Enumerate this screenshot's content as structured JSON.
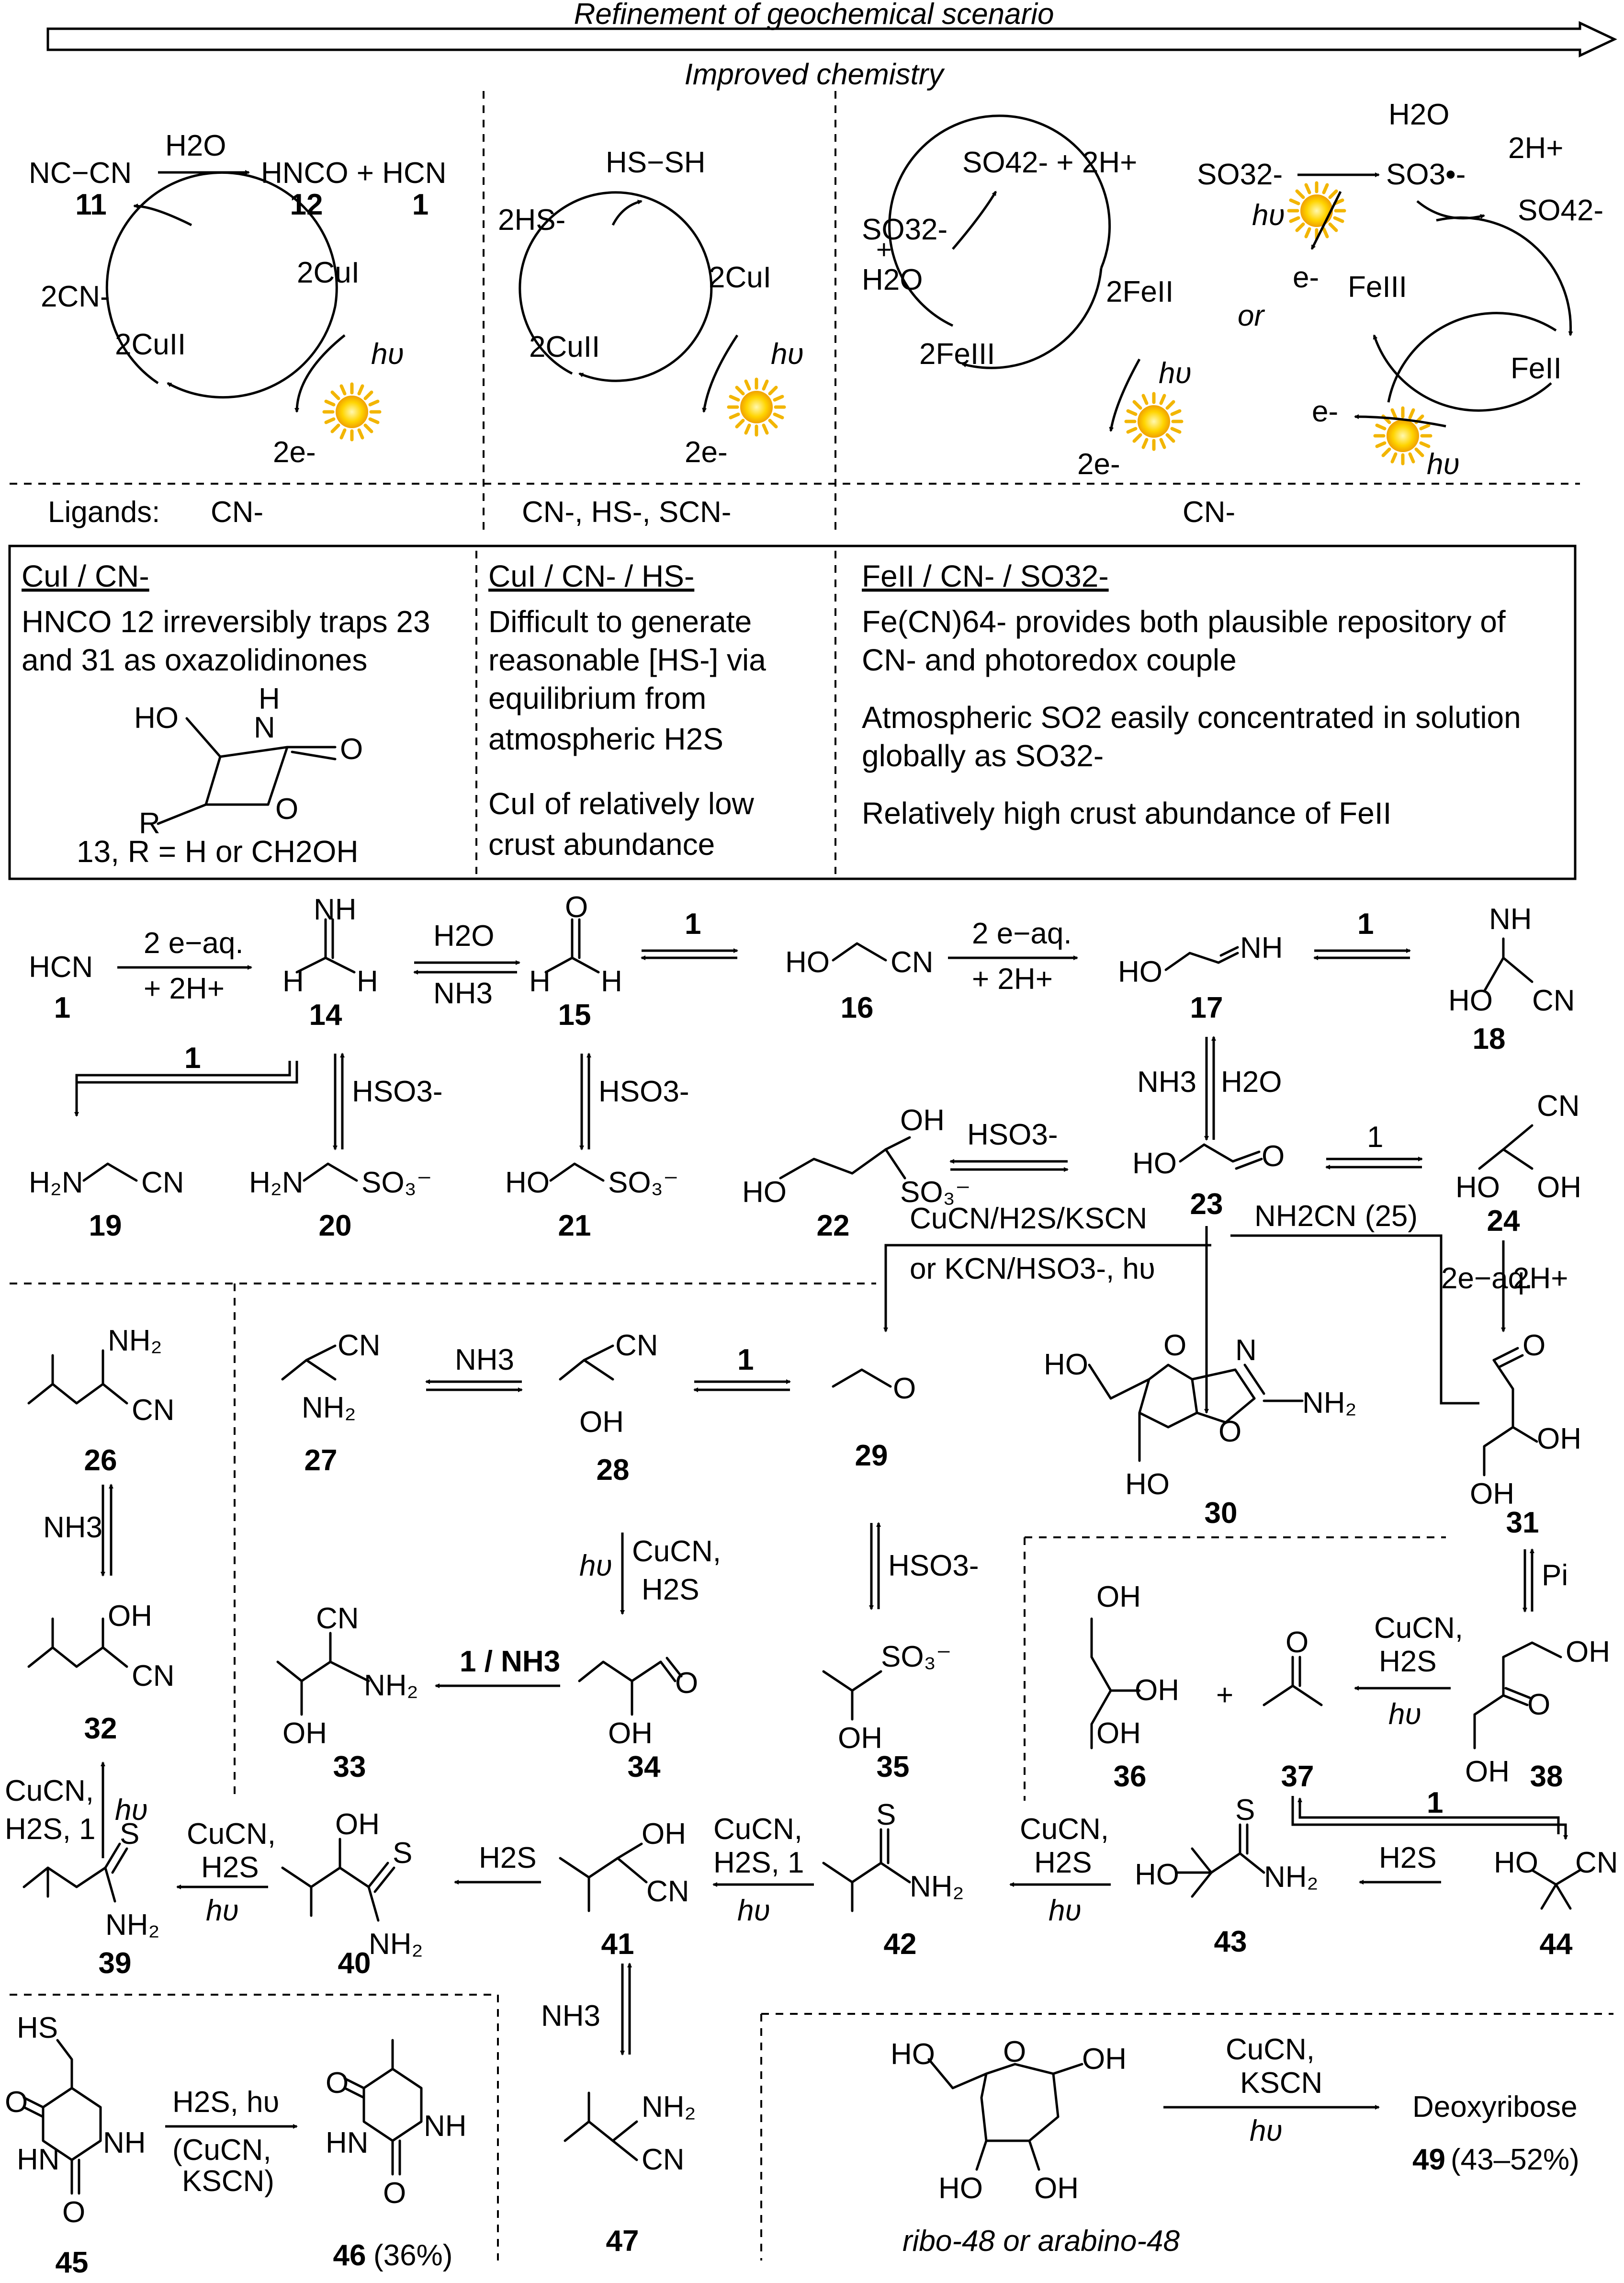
{
  "header": {
    "refinement": "Refinement of geochemical scenario",
    "improved": "Improved chemistry"
  },
  "cycles": {
    "cu_cn": {
      "ncn": "NC−CN",
      "n11": "11",
      "h2o": "H2O",
      "hnco": "HNCO + HCN",
      "n12": "12",
      "n1": "1",
      "cu1": "2CuI",
      "cu2": "2CuII",
      "cn": "2CN-",
      "hv": "hυ",
      "e": "2e-"
    },
    "cu_hs": {
      "hssh": "HS−SH",
      "hs": "2HS-",
      "cu1": "2CuI",
      "cu2": "2CuII",
      "hv": "hυ",
      "e": "2e-"
    },
    "fe_so3": {
      "so4": "SO42- + 2H+",
      "so3": "SO32-",
      "plus": "+",
      "h2o": "H2O",
      "fe2": "2FeII",
      "fe3": "2FeIII",
      "hv": "hυ",
      "e": "2e-"
    },
    "fe_radical": {
      "h2o": "H2O",
      "so3": "SO32-",
      "so3rad": "SO3•-",
      "h2": "2H+",
      "so4": "SO42-",
      "hv": "hυ",
      "e": "e-",
      "or": "or",
      "fe3": "FeIII",
      "fe2": "FeII",
      "e2": "e-",
      "hv2": "hυ"
    }
  },
  "ligands": {
    "label": "Ligands:",
    "col1": "CN-",
    "col2": "CN-, HS-, SCN-",
    "col3": "CN-"
  },
  "box": {
    "col1": {
      "title": "CuI / CN-",
      "line1": "HNCO 12 irreversibly traps 23",
      "line2": "and 31 as oxazolidinones",
      "ho": "HO",
      "nh": "N",
      "h": "H",
      "o": "O",
      "r": "R",
      "caption": "13, R = H or CH2OH"
    },
    "col2": {
      "title": "CuI / CN- / HS-",
      "lines": [
        "Difficult to generate",
        "reasonable [HS-] via",
        "equilibrium from",
        "atmospheric H2S",
        "CuI of relatively low",
        "crust abundance"
      ]
    },
    "col3": {
      "title": "FeII / CN- / SO32-",
      "lines": [
        "Fe(CN)64- provides both plausible repository of",
        "CN- and photoredox couple",
        "Atmospheric SO2 easily concentrated in solution",
        "globally as SO32-",
        "Relatively high crust abundance of FeII"
      ]
    }
  },
  "scheme": {
    "compounds": {
      "c1": "1",
      "c14": "14",
      "c15": "15",
      "c16": "16",
      "c17": "17",
      "c18": "18",
      "c19": "19",
      "c20": "20",
      "c21": "21",
      "c22": "22",
      "c23": "23",
      "c24": "24",
      "c26": "26",
      "c27": "27",
      "c28": "28",
      "c29": "29",
      "c30": "30",
      "c31": "31",
      "c32": "32",
      "c33": "33",
      "c34": "34",
      "c35": "35",
      "c36": "36",
      "c37": "37",
      "c38": "38",
      "c39": "39",
      "c40": "40",
      "c41": "41",
      "c42": "42",
      "c43": "43",
      "c44": "44",
      "c45": "45",
      "c46": "46",
      "c47": "47"
    },
    "labels": {
      "hcn": "HCN",
      "e2": "2 e−aq.",
      "h2p": "+ 2H+",
      "h2o": "H2O",
      "nh3": "NH3",
      "one": "1",
      "hso3": "HSO3-",
      "cucn_h2s_kscn": "CuCN/H2S/KSCN",
      "or_kcn": "or KCN/HSO3-, hυ",
      "nh2cn": "NH2CN (25)",
      "e2aq": "2e−aq.",
      "h2p2": "2H+",
      "cucn": "CuCN,",
      "h2s": "H2S",
      "hv": "hυ",
      "one_nh3": "1 / NH3",
      "pi": "Pi",
      "plus": "+",
      "h2s_1": "H2S, 1",
      "h2s_hv": "H2S, hυ",
      "cucn_kscn": "(CuCN, KSCN)",
      "yield46": "(36%)",
      "kscn": "KSCN",
      "deoxy": "Deoxyribose",
      "c49": "49",
      "yield49": "(43–52%)",
      "ribo": "ribo-48 or arabino-48"
    }
  }
}
